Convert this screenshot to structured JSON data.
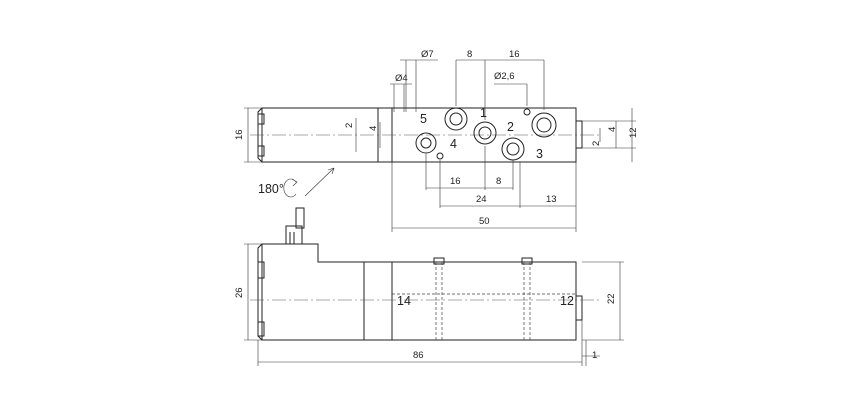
{
  "top_view": {
    "dimensions": {
      "dia7": "Ø7",
      "dia4": "Ø4",
      "dia2_6": "Ø2,6",
      "pitch8_top": "8",
      "span16_top": "16",
      "height16": "16",
      "offset2_left": "2",
      "offset4_left": "4",
      "offset2_right": "2",
      "offset4_right": "4",
      "height12": "12",
      "span16_bottom": "16",
      "pitch8_bottom": "8",
      "span24": "24",
      "span13": "13",
      "span50": "50"
    },
    "ports": {
      "p1": "1",
      "p2": "2",
      "p3": "3",
      "p4": "4",
      "p5": "5"
    },
    "rotation_label": "180°"
  },
  "side_view": {
    "dimensions": {
      "height26": "26",
      "height22": "22",
      "length86": "86",
      "gap1": "1"
    },
    "ports": {
      "p14": "14",
      "p12": "12"
    }
  }
}
